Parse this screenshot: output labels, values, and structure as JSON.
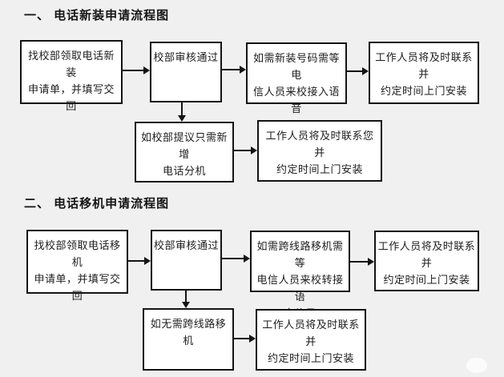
{
  "page": {
    "background_color": "#f0f0f0",
    "box_fill_color": "#ffffff",
    "box_border_color": "#141414",
    "spellcheck_underline_color": "#2f9e2f"
  },
  "flow1": {
    "title": "一、 电话新装申请流程图",
    "step1": "找校部领取电话新装\n申请单，并填写交回",
    "step2": "校部审核通过",
    "step3": "如需新装号码需等电\n信人员来校接入语音\n信号",
    "step4": "工作人员将及时联系并\n约定时间上门安装",
    "alt1": "如校部提议只需新增\n电话分机",
    "alt2": "工作人员将及时联系您并\n约定时间上门安装",
    "spellcheck_text": "信人员"
  },
  "flow2": {
    "title": "二、 电话移机申请流程图",
    "step1": "找校部领取电话移机\n申请单，并填写交回",
    "step2": "校部审核通过",
    "step3": "如需跨线路移机需等\n电信人员来校转接语\n音信号",
    "step4": "工作人员将及时联系并\n约定时间上门安装",
    "alt1": "如无需跨线路移机",
    "alt2": "工作人员将及时联系并\n约定时间上门安装",
    "spellcheck_text": "跨线路"
  }
}
